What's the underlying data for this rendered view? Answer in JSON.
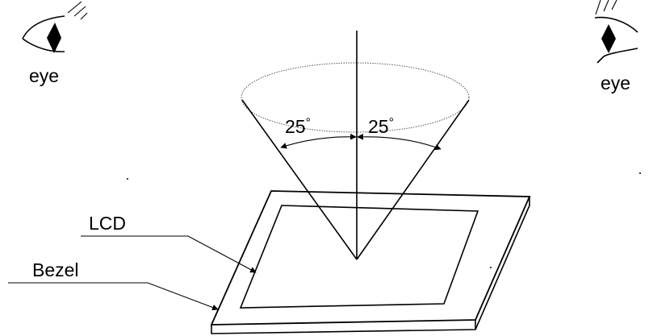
{
  "labels": {
    "eye_left": "eye",
    "eye_right": "eye",
    "lcd": "LCD",
    "bezel": "Bezel"
  },
  "angles": {
    "left": "25",
    "right": "25",
    "unit_symbol": "°"
  },
  "colors": {
    "line": "#000000",
    "background": "#ffffff"
  },
  "icons": [
    "eye-icon",
    "arrow-head-icon"
  ]
}
